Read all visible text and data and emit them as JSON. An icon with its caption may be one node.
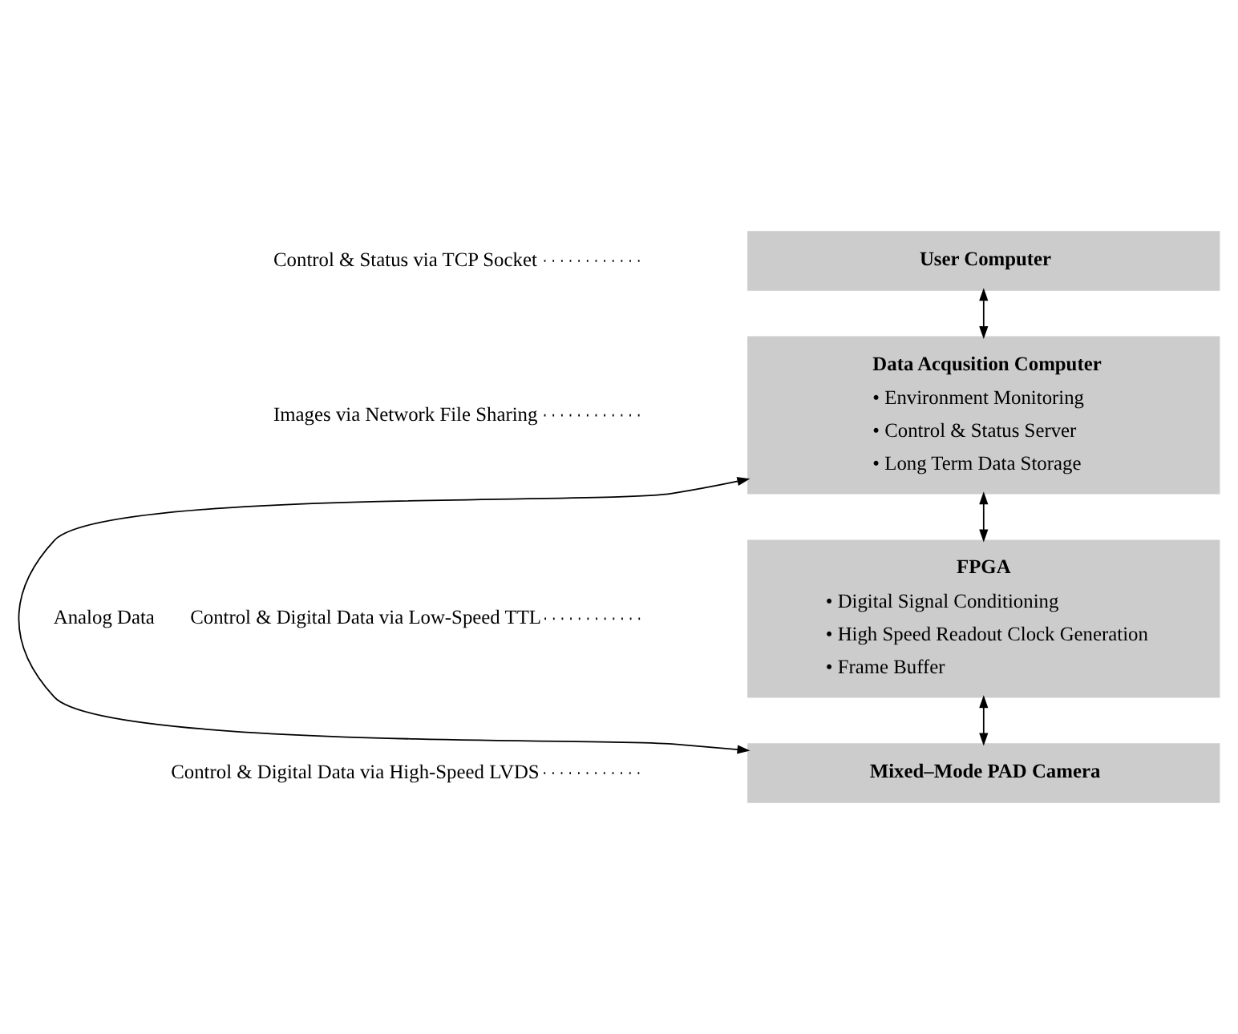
{
  "diagram": {
    "nodes": [
      {
        "text": [
          "User Computer"
        ]
      },
      {
        "text": [
          "Data Acqusition Computer",
          "• Environment Monitoring",
          "• Control & Status Server",
          "• Long Term Data Storage"
        ]
      },
      {
        "text": [
          "FPGA",
          "• Digital Signal Conditioning",
          "• High Speed Readout Clock Generation",
          "• Frame Buffer"
        ]
      },
      {
        "text": [
          "Mixed–Mode PAD Camera"
        ]
      },
      {
        "text": [
          "Control & Status via TCP Socket"
        ]
      },
      {
        "text": [
          "Images via Network File Sharing"
        ]
      },
      {
        "text": [
          "Control & Digital Data via Low-Speed TTL"
        ]
      },
      {
        "text": [
          "Control & Digital Data via High-Speed LVDS"
        ]
      }
    ],
    "edges": [
      {
        "from": 0,
        "to": 1,
        "arrow": "both"
      },
      {
        "from": 1,
        "to": 2,
        "arrow": "both"
      },
      {
        "from": 2,
        "to": 3,
        "arrow": "both"
      },
      {
        "from": 1,
        "to": 3,
        "arrow": "both",
        "label": "Analog Data"
      },
      {
        "from": 4,
        "to": null,
        "arrow": "none",
        "style": "dashed"
      },
      {
        "from": 5,
        "to": null,
        "arrow": "none",
        "style": "dashed"
      },
      {
        "from": 6,
        "to": null,
        "arrow": "none",
        "style": "dashed"
      },
      {
        "from": 7,
        "to": null,
        "arrow": "none",
        "style": "dashed"
      }
    ]
  }
}
